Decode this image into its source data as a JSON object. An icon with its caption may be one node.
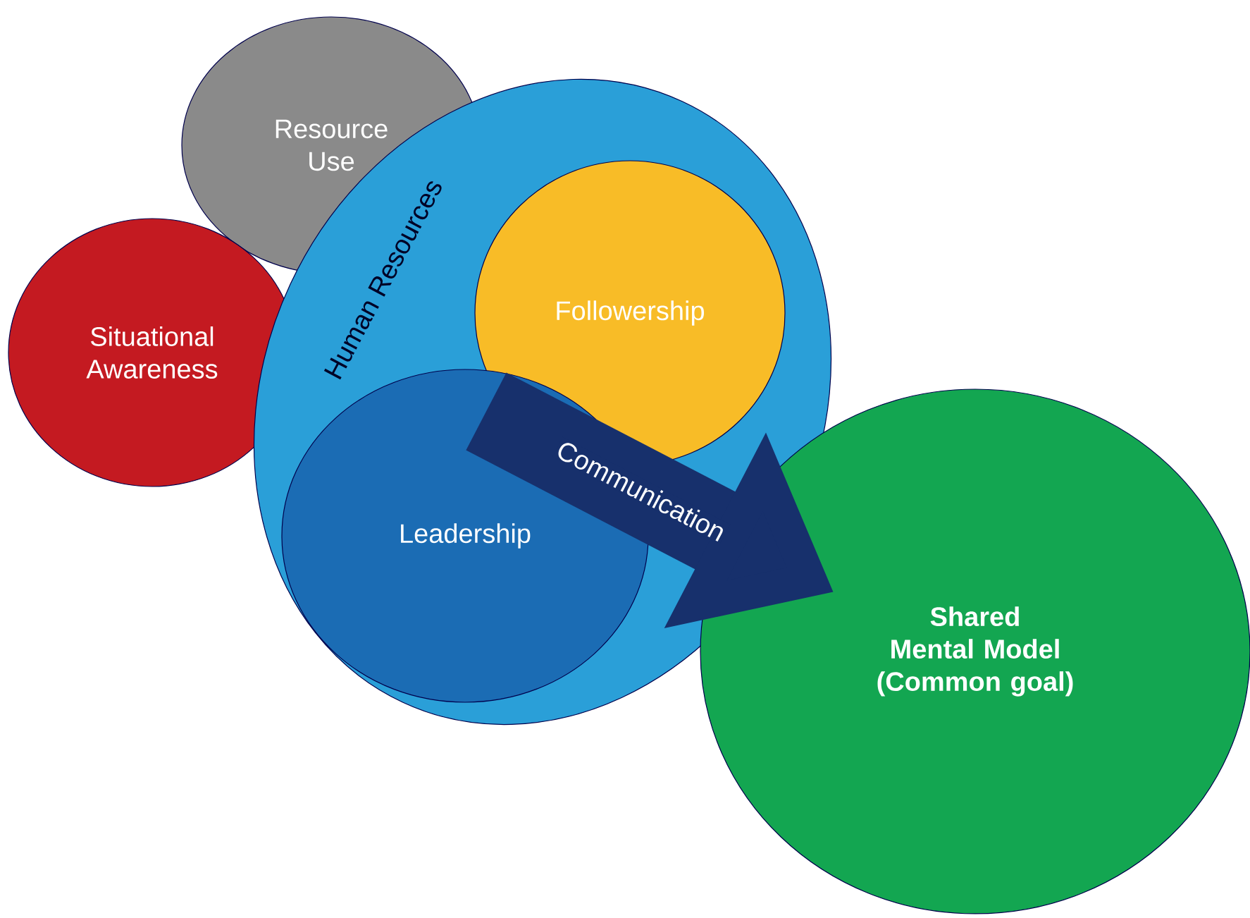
{
  "diagram": {
    "nodes": [
      {
        "text": [
          "Resource Use"
        ]
      },
      {
        "text": [
          "Situational Awareness"
        ]
      },
      {
        "text": [
          "Human Resources"
        ]
      },
      {
        "text": [
          "Followership"
        ],
        "in": 2
      },
      {
        "text": [
          "Leadership"
        ],
        "in": 2
      },
      {
        "text": [
          "Shared Mental Model (Common goal)"
        ]
      }
    ],
    "edges": [
      {
        "from": 4,
        "to": 5,
        "arrow": "to",
        "label": "Communication"
      }
    ]
  }
}
